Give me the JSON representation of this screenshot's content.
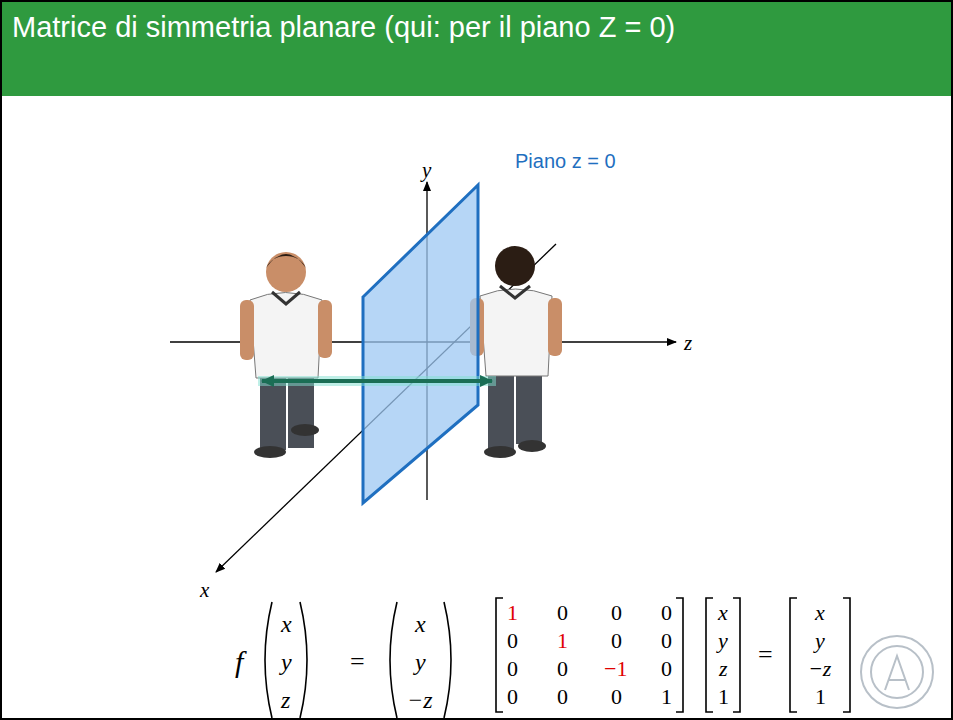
{
  "diagram": {
    "title": "Matrice di simmetria planare (qui: per il piano Z = 0)",
    "labels": [
      "y",
      "Piano z = 0",
      "z",
      "x",
      "f",
      "x",
      "y",
      "z",
      "=",
      "x",
      "y",
      "−z",
      "1",
      "0",
      "0",
      "0",
      "0",
      "1",
      "0",
      "0",
      "0",
      "0",
      "−1",
      "0",
      "0",
      "0",
      "0",
      "1",
      "x",
      "y",
      "z",
      "1",
      "=",
      "x",
      "y",
      "−z",
      "1"
    ]
  }
}
